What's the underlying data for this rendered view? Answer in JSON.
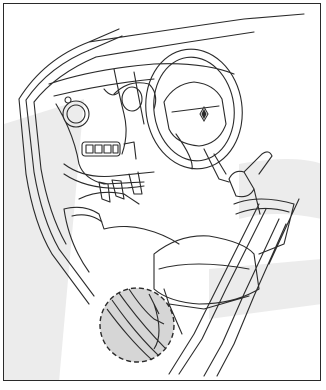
{
  "figure": {
    "subject": "car-interior-driver-footwell",
    "icon": "renault-diamond-logo",
    "highlight": "dashed-circle-magnifier",
    "colors": {
      "line": "#2a2a2a",
      "watermark": "#ececec",
      "magnifier_fill": "#d6d6d6",
      "background": "#ffffff"
    }
  }
}
